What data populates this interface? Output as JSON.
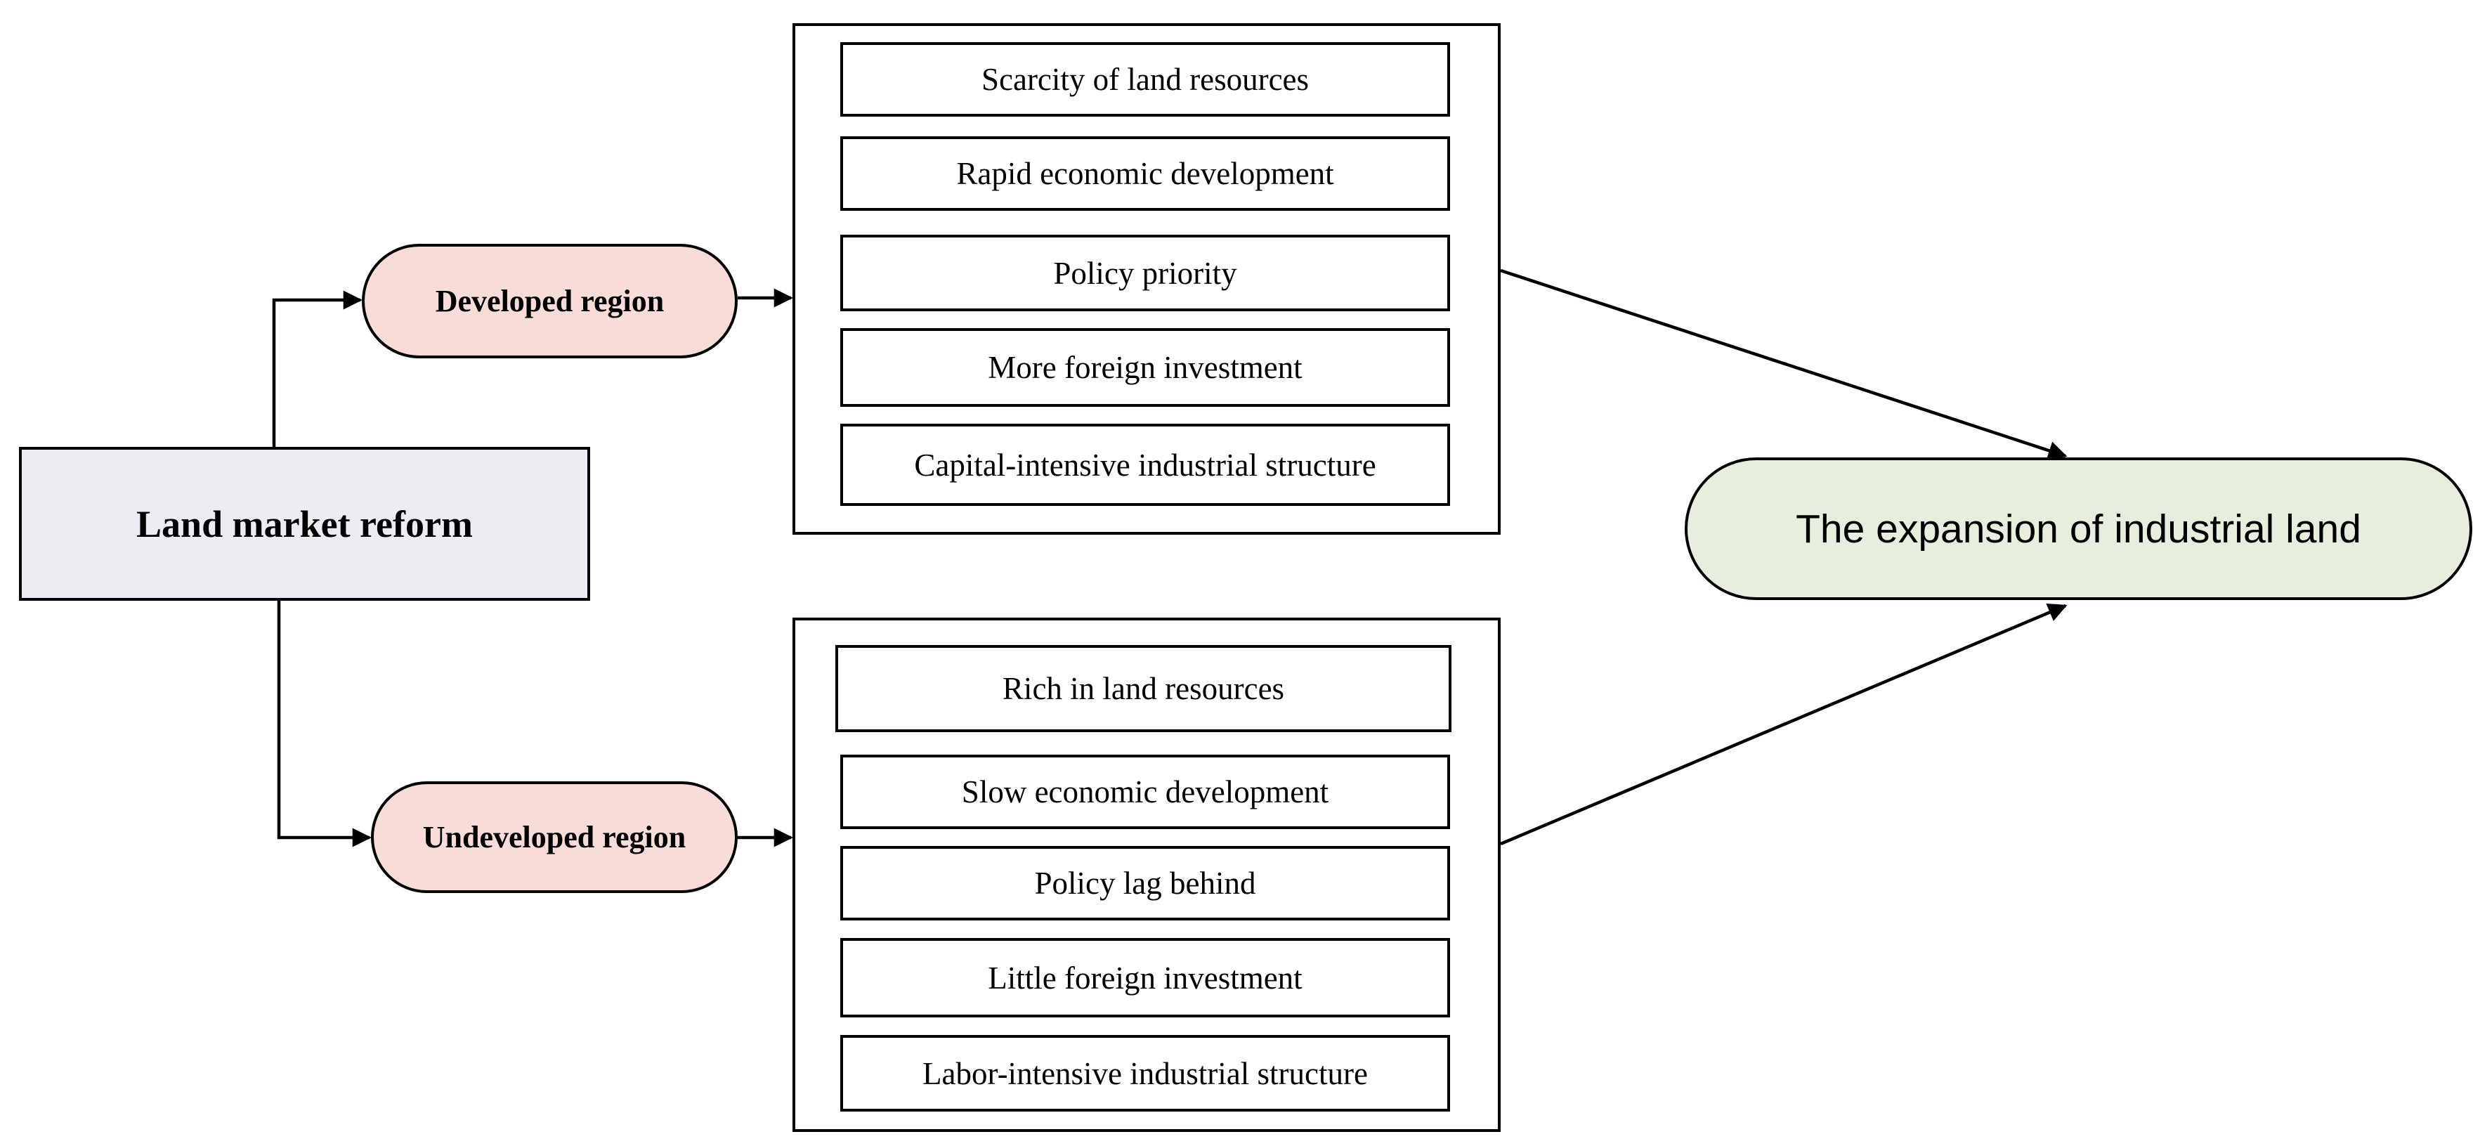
{
  "diagram": {
    "source": {
      "label": "Land market reform"
    },
    "regions": {
      "developed": {
        "label": "Developed region"
      },
      "undeveloped": {
        "label": "Undeveloped region"
      }
    },
    "factors": {
      "developed": [
        "Scarcity of land resources",
        "Rapid economic development",
        "Policy priority",
        "More foreign investment",
        "Capital-intensive industrial structure"
      ],
      "undeveloped": [
        "Rich in land resources",
        "Slow economic development",
        "Policy lag behind",
        "Little foreign investment",
        "Labor-intensive industrial structure"
      ]
    },
    "outcome": {
      "label": "The expansion of industrial land"
    },
    "colors": {
      "source_fill": "#efebf3",
      "region_fill": "#f8dcd8",
      "outcome_fill": "#e6efdd",
      "stroke": "#000000"
    }
  }
}
